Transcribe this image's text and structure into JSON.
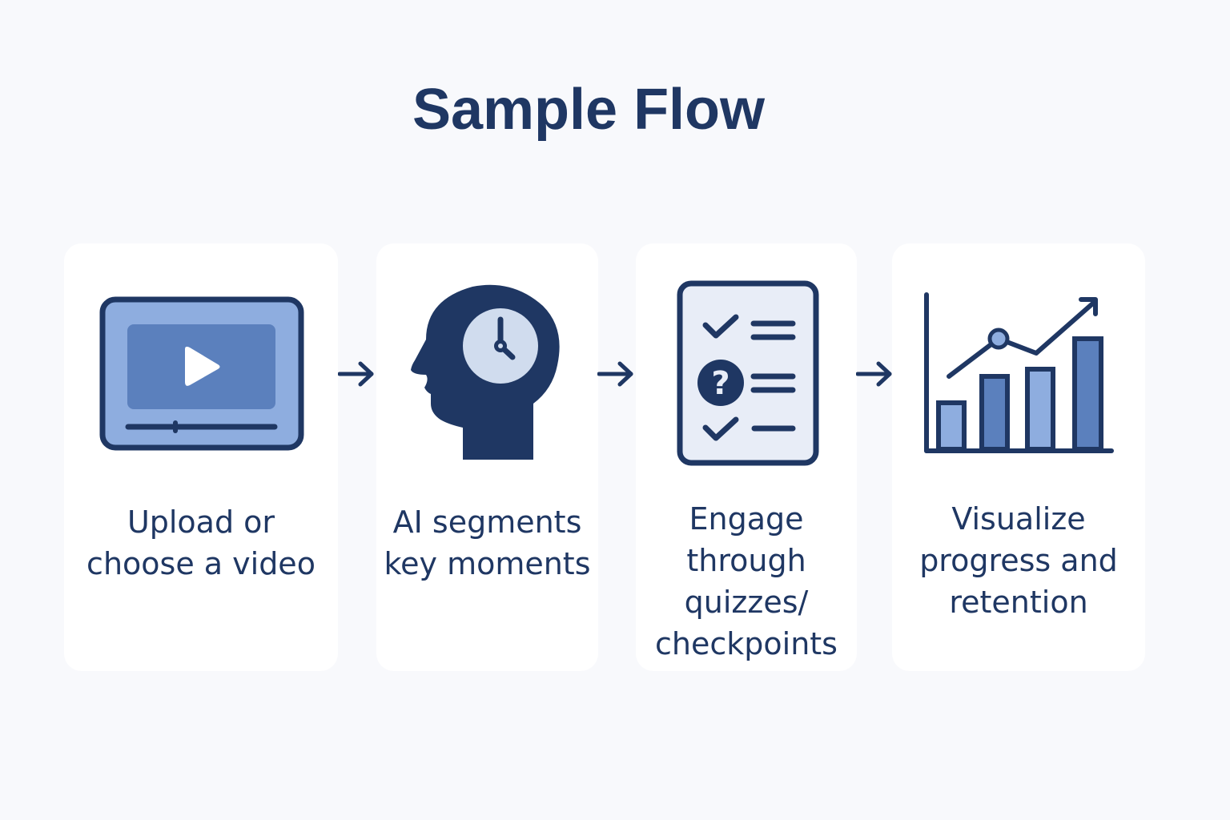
{
  "title": "Sample Flow",
  "colors": {
    "background": "#f8f9fc",
    "card": "#ffffff",
    "navy": "#1f3763",
    "mid_blue": "#5b80bd",
    "light_blue": "#8eaddf",
    "pale_blue": "#e8edf7",
    "clock_face": "#d0dcee"
  },
  "steps": [
    {
      "id": 1,
      "icon": "video-player-icon",
      "label": "Upload or\nchoose a video"
    },
    {
      "id": 2,
      "icon": "head-clock-icon",
      "label": "AI segments\nkey moments"
    },
    {
      "id": 3,
      "icon": "quiz-checklist-icon",
      "label": "Engage\nthrough\nquizzes/\ncheckpoints"
    },
    {
      "id": 4,
      "icon": "growth-chart-icon",
      "label": "Visualize\nprogress and\nretention"
    }
  ],
  "connectors": [
    {
      "from": 1,
      "to": 2,
      "icon": "arrow-right-icon"
    },
    {
      "from": 2,
      "to": 3,
      "icon": "arrow-right-icon"
    },
    {
      "from": 3,
      "to": 4,
      "icon": "arrow-right-icon"
    }
  ]
}
